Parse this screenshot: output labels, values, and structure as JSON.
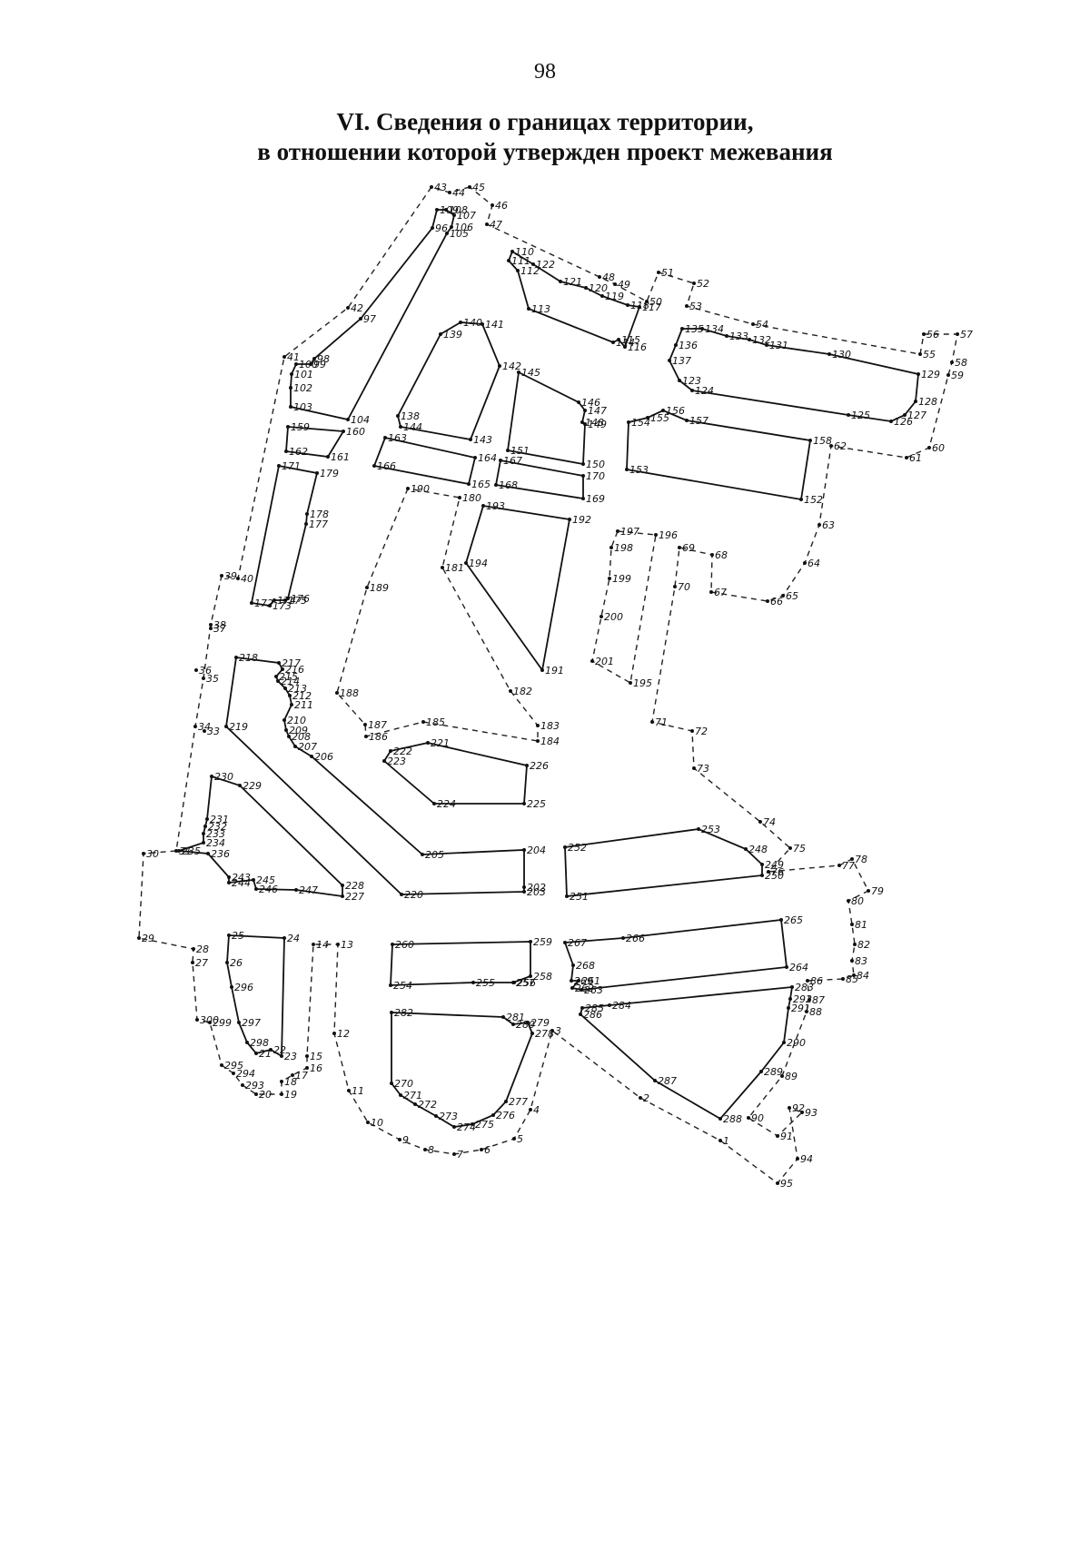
{
  "header": {
    "page_number": "98",
    "title_line1": "VI. Сведения о границах территории,",
    "title_line2": "в отношении которой утвержден проект межевания"
  },
  "plan": {
    "point_labels": [
      "1",
      "2",
      "3",
      "4",
      "5",
      "6",
      "7",
      "8",
      "9",
      "10",
      "11",
      "12",
      "13",
      "14",
      "15",
      "16",
      "17",
      "18",
      "19",
      "20",
      "21",
      "22",
      "23",
      "24",
      "25",
      "26",
      "27",
      "28",
      "29",
      "30",
      "31",
      "33",
      "34",
      "35",
      "36",
      "37",
      "38",
      "39",
      "40",
      "41",
      "42",
      "43",
      "44",
      "45",
      "46",
      "47",
      "48",
      "49",
      "50",
      "51",
      "52",
      "53",
      "54",
      "55",
      "56",
      "57",
      "58",
      "59",
      "60",
      "61",
      "62",
      "63",
      "64",
      "65",
      "66",
      "67",
      "68",
      "69",
      "70",
      "71",
      "72",
      "73",
      "74",
      "75",
      "76",
      "77",
      "78",
      "79",
      "80",
      "81",
      "82",
      "83",
      "84",
      "85",
      "86",
      "87",
      "88",
      "89",
      "90",
      "91",
      "92",
      "93",
      "94",
      "95",
      "96",
      "97",
      "98",
      "99",
      "100",
      "101",
      "102",
      "103",
      "104",
      "105",
      "106",
      "107",
      "108",
      "109",
      "110",
      "111",
      "112",
      "113",
      "114",
      "115",
      "116",
      "117",
      "118",
      "119",
      "120",
      "121",
      "122",
      "123",
      "124",
      "125",
      "126",
      "127",
      "128",
      "129",
      "130",
      "131",
      "132",
      "133",
      "134",
      "135",
      "136",
      "137",
      "138",
      "139",
      "140",
      "141",
      "142",
      "143",
      "144",
      "145",
      "146",
      "147",
      "148",
      "149",
      "150",
      "151",
      "152",
      "153",
      "154",
      "155",
      "156",
      "157",
      "158",
      "159",
      "160",
      "161",
      "162",
      "163",
      "164",
      "165",
      "166",
      "167",
      "168",
      "169",
      "170",
      "171",
      "172",
      "173",
      "174",
      "175",
      "176",
      "177",
      "178",
      "179",
      "180",
      "181",
      "182",
      "183",
      "184",
      "185",
      "186",
      "187",
      "188",
      "189",
      "190",
      "191",
      "192",
      "193",
      "194",
      "195",
      "196",
      "197",
      "198",
      "199",
      "200",
      "201",
      "202",
      "203",
      "204",
      "205",
      "206",
      "207",
      "208",
      "209",
      "210",
      "211",
      "212",
      "213",
      "214",
      "215",
      "216",
      "217",
      "218",
      "219",
      "220",
      "221",
      "222",
      "223",
      "224",
      "225",
      "226",
      "227",
      "228",
      "229",
      "230",
      "231",
      "232",
      "233",
      "234",
      "235",
      "236",
      "243",
      "244",
      "245",
      "246",
      "247",
      "248",
      "249",
      "250",
      "251",
      "252",
      "253",
      "254",
      "255",
      "256",
      "257",
      "258",
      "259",
      "260",
      "261",
      "262",
      "263",
      "264",
      "265",
      "266",
      "267",
      "268",
      "269",
      "270",
      "271",
      "272",
      "273",
      "274",
      "275",
      "276",
      "277",
      "278",
      "279",
      "280",
      "281",
      "282",
      "283",
      "284",
      "285",
      "286",
      "287",
      "288",
      "289",
      "290",
      "291",
      "292",
      "293",
      "294",
      "295",
      "296",
      "297",
      "298",
      "299",
      "300"
    ]
  }
}
